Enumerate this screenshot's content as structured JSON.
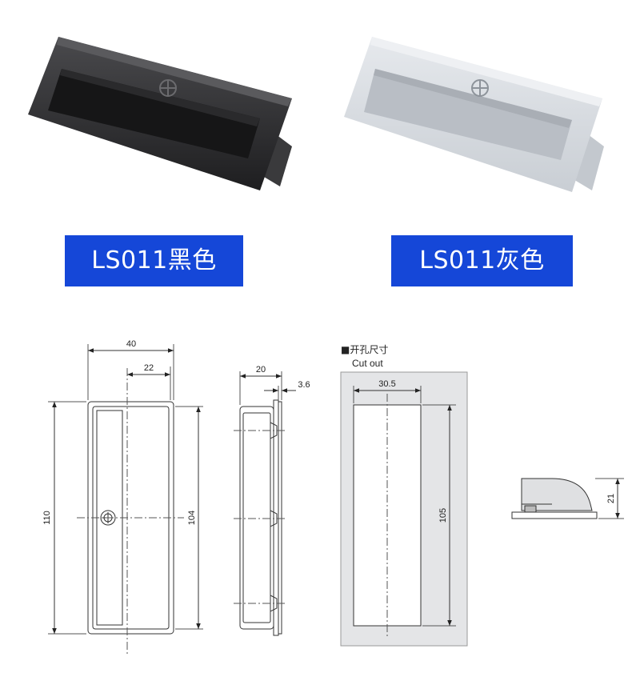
{
  "products": [
    {
      "label": "LS011黑色",
      "color": "#2b2b2d"
    },
    {
      "label": "LS011灰色",
      "color": "#d9dde2"
    }
  ],
  "label_bg": "#1547d8",
  "drawing": {
    "front": {
      "width": "40",
      "offset": "22",
      "height_outer": "110",
      "height_inner": "104"
    },
    "side": {
      "depth": "20",
      "flange": "3.6"
    },
    "cutout": {
      "title": "■开孔尺寸",
      "subtitle": "Cut out",
      "width": "30.5",
      "height": "105"
    },
    "profile": {
      "height": "21"
    }
  }
}
